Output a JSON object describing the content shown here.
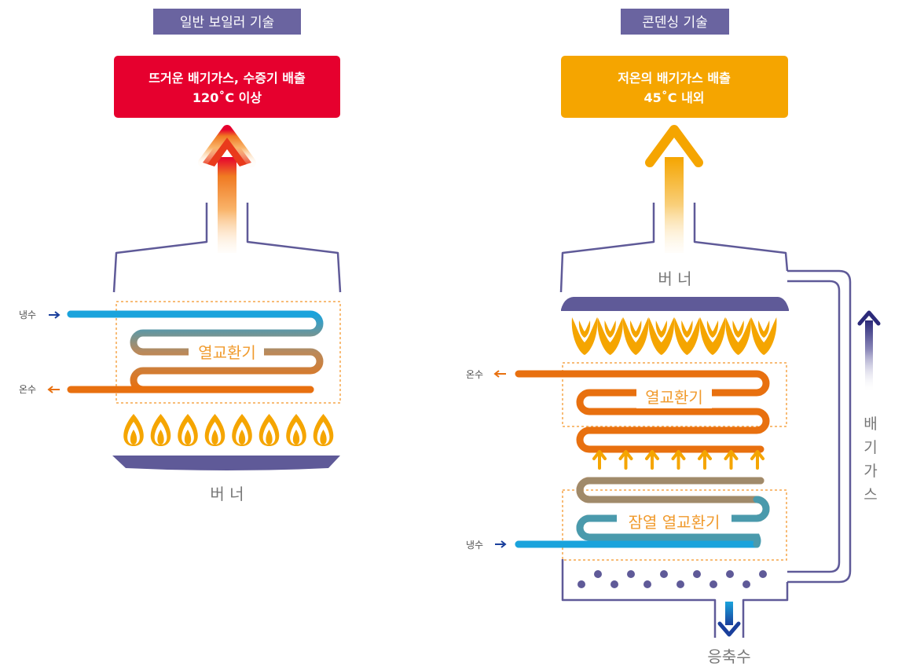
{
  "left": {
    "header": "일반 보일러 기술",
    "exhaust_line1": "뜨거운 배기가스, 수증기 배출",
    "exhaust_line2": "120˚C 이상",
    "cold_water": "냉수",
    "hot_water": "온수",
    "exchanger": "열교환기",
    "burner": "버 너"
  },
  "right": {
    "header": "콘덴싱 기술",
    "exhaust_line1": "저온의 배기가스 배출",
    "exhaust_line2": "45˚C 내외",
    "burner": "버 너",
    "hot_water": "온수",
    "cold_water": "냉수",
    "exchanger": "열교환기",
    "latent_exchanger": "잠열 열교환기",
    "condensate": "응축수",
    "flue_gas_chars": [
      "배",
      "기",
      "가",
      "스"
    ]
  },
  "colors": {
    "header_bg": "#6a64a0",
    "left_box": "#e6002e",
    "right_box": "#f5a500",
    "burner": "#5f5a98",
    "outline": "#5f5a98",
    "cold": "#1aa3dc",
    "hot": "#e8700f",
    "flame": "#f5a500",
    "dashed": "#f5a54a",
    "gray_text": "#777777"
  }
}
